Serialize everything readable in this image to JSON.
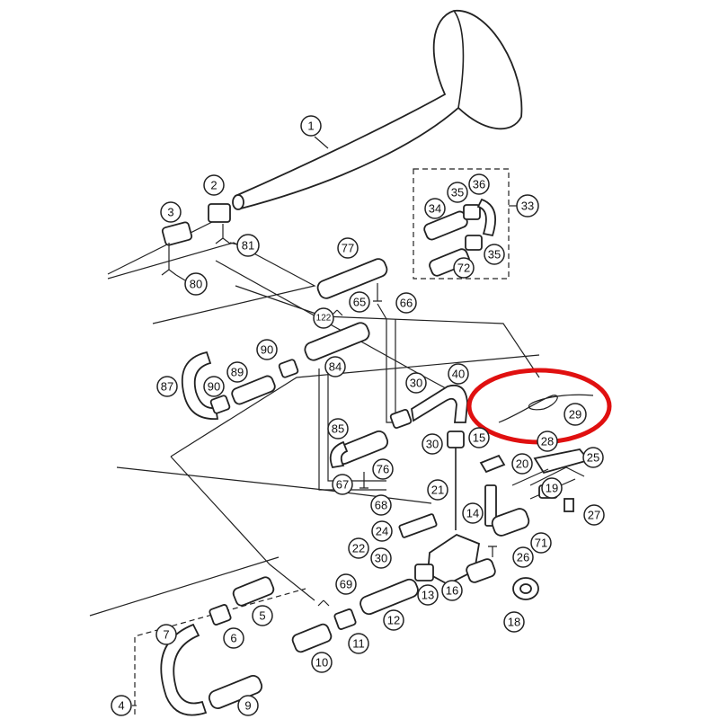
{
  "callouts": [
    "1",
    "2",
    "3",
    "81",
    "80",
    "34",
    "35",
    "36",
    "33",
    "72",
    "35",
    "77",
    "65",
    "66",
    "122",
    "87",
    "90",
    "89",
    "90",
    "84",
    "30",
    "40",
    "29",
    "85",
    "76",
    "67",
    "68",
    "30",
    "15",
    "28",
    "25",
    "20",
    "19",
    "27",
    "21",
    "14",
    "24",
    "22",
    "71",
    "26",
    "30",
    "13",
    "16",
    "18",
    "69",
    "12",
    "11",
    "5",
    "6",
    "7",
    "10",
    "9",
    "4"
  ],
  "highlight": {
    "label": "29",
    "color": "#e01010"
  }
}
